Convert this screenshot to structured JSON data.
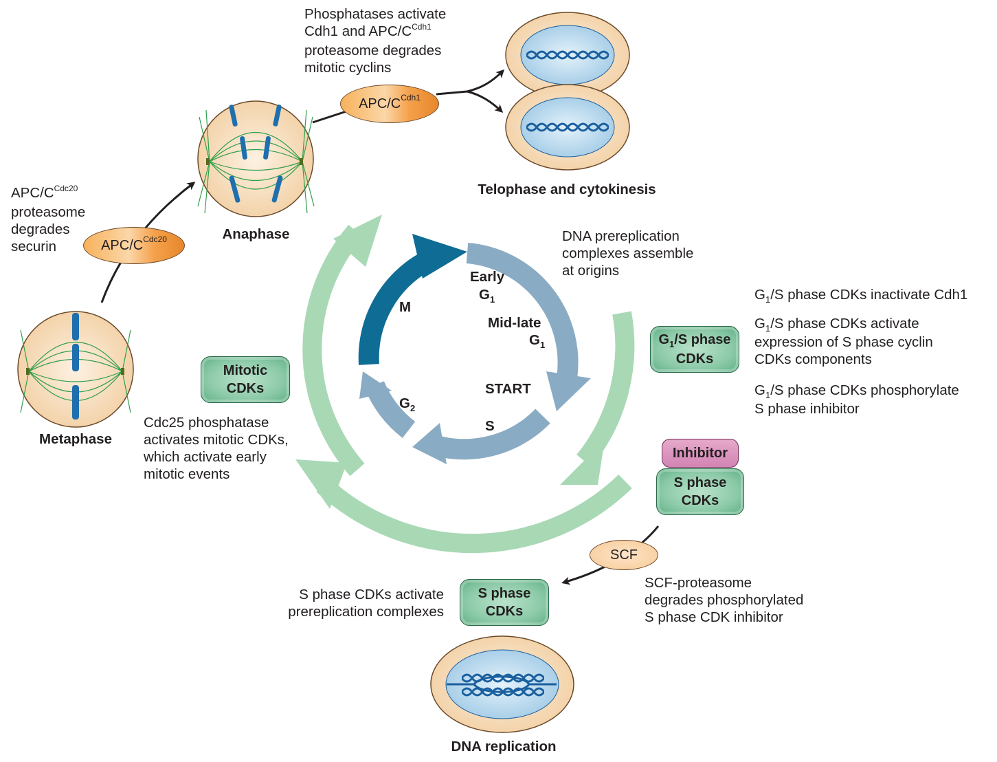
{
  "colors": {
    "cycle_dark": "#0f6c94",
    "cycle_light": "#8aabc4",
    "outer_green": "#a9d8b5",
    "cell_fill": "#fbe7cc",
    "nucleus_fill": "#cfe7f5",
    "dna": "#1a5f9e",
    "spindle": "#2e9e4c",
    "chromosome": "#1f6fae"
  },
  "top_note": {
    "line1": "Phosphatases activate",
    "line2a": "Cdh1 and APC/C",
    "line2sup": "Cdh1",
    "line3": "proteasome degrades",
    "line4": "mitotic cyclins"
  },
  "apc_cdh1": {
    "base": "APC/C",
    "sup": "Cdh1"
  },
  "apc_cdc20": {
    "base": "APC/C",
    "sup": "Cdc20"
  },
  "left_note": {
    "line1a": "APC/C",
    "line1sup": "Cdc20",
    "line2": "proteasome",
    "line3": "degrades",
    "line4": "securin"
  },
  "stages": {
    "anaphase": "Anaphase",
    "metaphase": "Metaphase",
    "telophase": "Telophase and cytokinesis",
    "dna_replication": "DNA replication"
  },
  "cycle": {
    "early": "Early",
    "g1_early": "G",
    "mid_late": "Mid-late",
    "g1_mid": "G",
    "g1_sub": "1",
    "start": "START",
    "s": "S",
    "g2": "G",
    "g2_sub": "2",
    "m": "M"
  },
  "dna_prerep": {
    "line1": "DNA prereplication",
    "line2": "complexes assemble",
    "line3": "at origins"
  },
  "g1s_notes": {
    "n1_g": "G",
    "n1_sub": "1",
    "n1_rest": "/S phase CDKs inactivate Cdh1",
    "n2_g": "G",
    "n2_sub": "1",
    "n2_rest": "/S phase CDKs activate",
    "n2_l2": "expression of S phase cyclin",
    "n2_l3": "CDKs components",
    "n3_g": "G",
    "n3_sub": "1",
    "n3_rest": "/S phase CDKs phosphorylate",
    "n3_l2": "S phase inhibitor"
  },
  "boxes": {
    "g1s_line1a": "G",
    "g1s_sub": "1",
    "g1s_line1b": "/S phase",
    "g1s_line2": "CDKs",
    "mitotic_line1": "Mitotic",
    "mitotic_line2": "CDKs",
    "sphase_line1": "S phase",
    "sphase_line2": "CDKs",
    "sphase2_line1": "S phase",
    "sphase2_line2": "CDKs",
    "inhibitor": "Inhibitor"
  },
  "scf": "SCF",
  "scf_note": {
    "line1": "SCF-proteasome",
    "line2": "degrades phosphorylated",
    "line3": "S phase CDK inhibitor"
  },
  "sphase_note": {
    "line1": "S phase CDKs activate",
    "line2": "prereplication complexes"
  },
  "cdc25_note": {
    "line1": "Cdc25 phosphatase",
    "line2": "activates mitotic CDKs,",
    "line3": "which activate early",
    "line4": "mitotic events"
  }
}
